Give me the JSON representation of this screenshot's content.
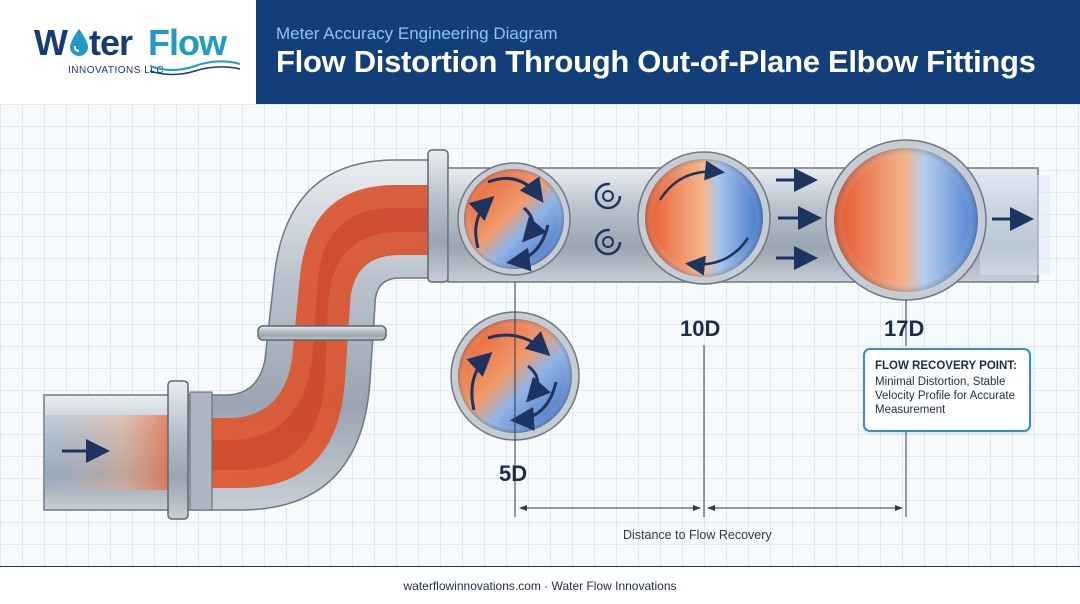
{
  "header": {
    "logo": {
      "word1": "W",
      "word1b": "ter",
      "word2": "Flow",
      "sub": "INNOVATIONS LLC"
    },
    "subtitle": "Meter Accuracy Engineering Diagram",
    "title": "Flow Distortion Through Out-of-Plane Elbow Fittings"
  },
  "diagram": {
    "stations": [
      {
        "label": "5D"
      },
      {
        "label": "10D"
      },
      {
        "label": "17D"
      }
    ],
    "callout": {
      "title": "FLOW RECOVERY POINT:",
      "body": "Minimal Distortion, Stable Velocity Profile for Accurate Measurement"
    },
    "dimension_label": "Distance to Flow Recovery"
  },
  "footer": {
    "text": "waterflowinnovations.com · Water Flow Innovations"
  },
  "colors": {
    "navy": "#123f7a",
    "accent": "#1e9bc9",
    "hot": "#e4552a",
    "cold": "#3f7fd1"
  }
}
